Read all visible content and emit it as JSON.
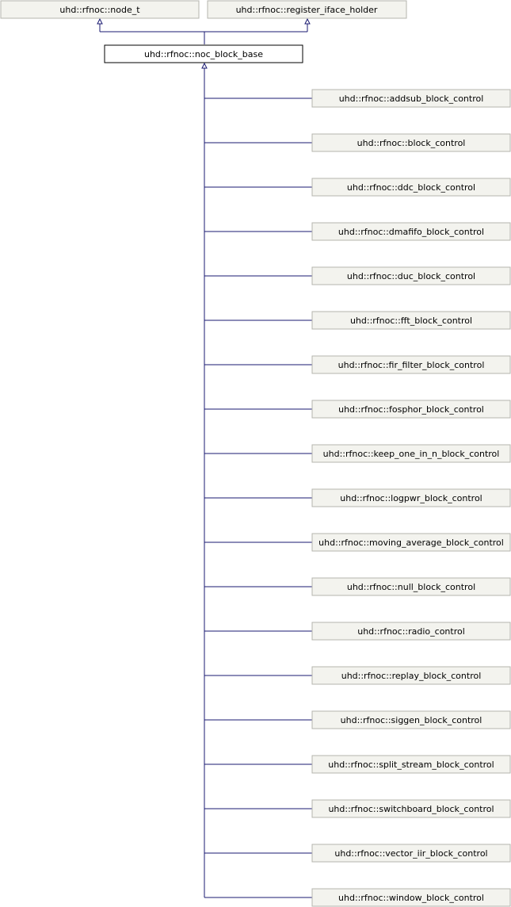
{
  "parents": [
    {
      "label": "uhd::rfnoc::node_t"
    },
    {
      "label": "uhd::rfnoc::register_iface_holder"
    }
  ],
  "base": {
    "label": "uhd::rfnoc::noc_block_base"
  },
  "children": [
    {
      "label": "uhd::rfnoc::addsub_block_control"
    },
    {
      "label": "uhd::rfnoc::block_control"
    },
    {
      "label": "uhd::rfnoc::ddc_block_control"
    },
    {
      "label": "uhd::rfnoc::dmafifo_block_control"
    },
    {
      "label": "uhd::rfnoc::duc_block_control"
    },
    {
      "label": "uhd::rfnoc::fft_block_control"
    },
    {
      "label": "uhd::rfnoc::fir_filter_block_control"
    },
    {
      "label": "uhd::rfnoc::fosphor_block_control"
    },
    {
      "label": "uhd::rfnoc::keep_one_in_n_block_control"
    },
    {
      "label": "uhd::rfnoc::logpwr_block_control"
    },
    {
      "label": "uhd::rfnoc::moving_average_block_control"
    },
    {
      "label": "uhd::rfnoc::null_block_control"
    },
    {
      "label": "uhd::rfnoc::radio_control"
    },
    {
      "label": "uhd::rfnoc::replay_block_control"
    },
    {
      "label": "uhd::rfnoc::siggen_block_control"
    },
    {
      "label": "uhd::rfnoc::split_stream_block_control"
    },
    {
      "label": "uhd::rfnoc::switchboard_block_control"
    },
    {
      "label": "uhd::rfnoc::vector_iir_block_control"
    },
    {
      "label": "uhd::rfnoc::window_block_control"
    }
  ]
}
